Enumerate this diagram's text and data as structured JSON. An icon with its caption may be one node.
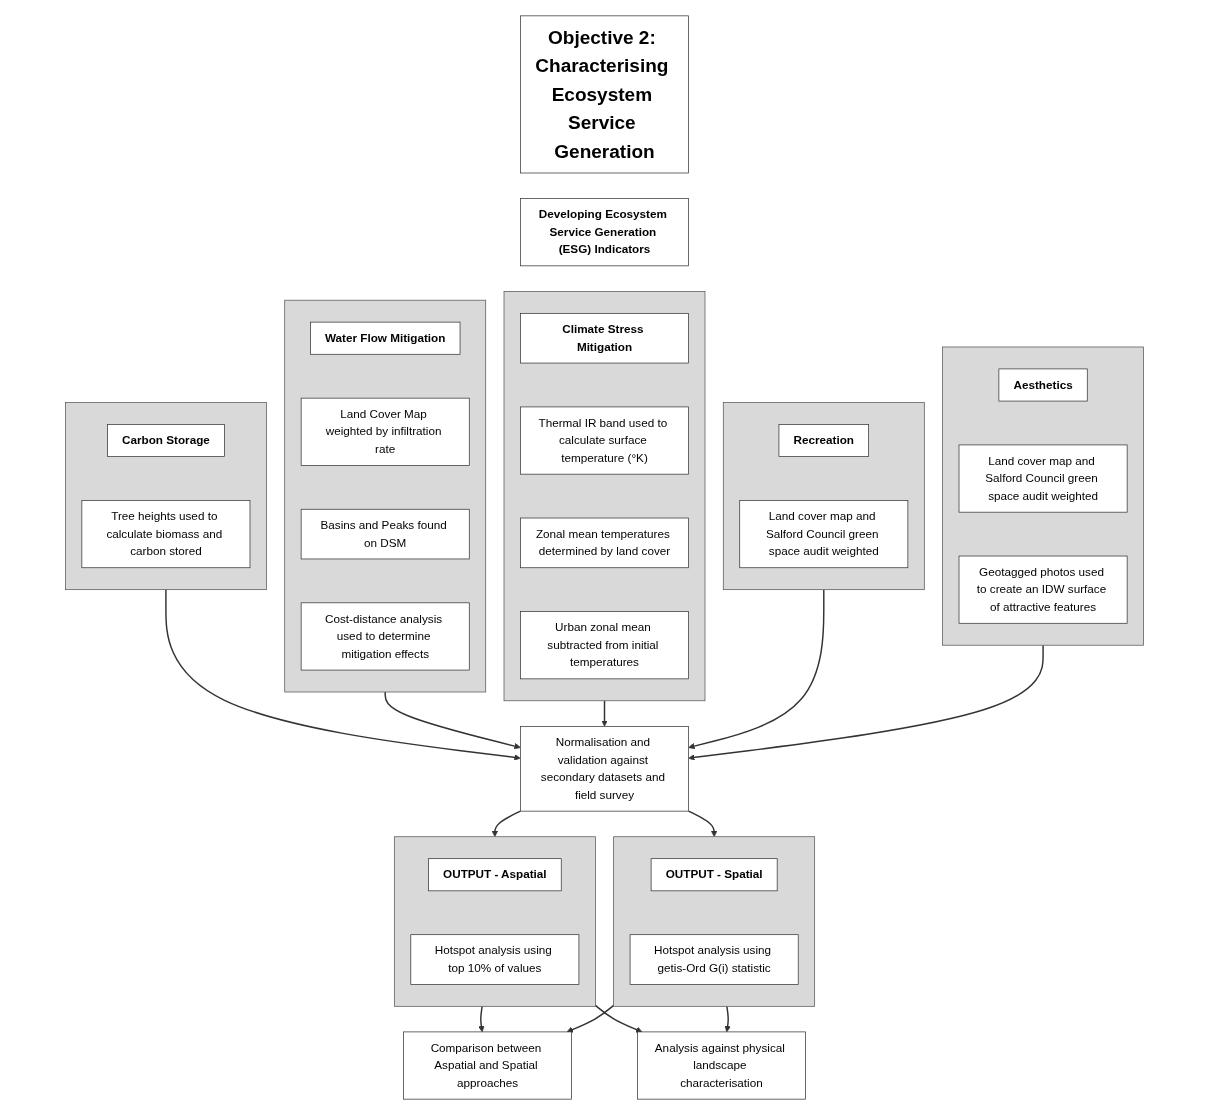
{
  "diagram": {
    "nodes": [
      {
        "text": [
          "Objective 2: Characterising Ecosystem Service Generation"
        ]
      },
      {
        "text": [
          "Developing Ecosystem Service Generation (ESG) Indicators"
        ]
      },
      {
        "text": [],
        "shape": "box"
      },
      {
        "text": [
          "Carbon Storage"
        ],
        "in": 2
      },
      {
        "text": [
          "Tree heights used to calculate biomass and carbon stored"
        ],
        "in": 2
      },
      {
        "text": [],
        "shape": "box"
      },
      {
        "text": [
          "Water Flow Mitigation"
        ],
        "in": 5
      },
      {
        "text": [
          "Land Cover Map weighted by infiltration rate"
        ],
        "in": 5
      },
      {
        "text": [
          "Basins and Peaks found on DSM"
        ],
        "in": 5
      },
      {
        "text": [
          "Cost-distance analysis used to determine mitigation effects"
        ],
        "in": 5
      },
      {
        "text": [],
        "shape": "box"
      },
      {
        "text": [
          "Climate Stress Mitigation"
        ],
        "in": 10
      },
      {
        "text": [
          "Thermal IR band used to calculate surface temperature (°K)"
        ],
        "in": 10
      },
      {
        "text": [
          "Zonal mean temperatures determined by land cover"
        ],
        "in": 10
      },
      {
        "text": [
          "Urban zonal mean subtracted from initial temperatures"
        ],
        "in": 10
      },
      {
        "text": [],
        "shape": "box"
      },
      {
        "text": [
          "Recreation"
        ],
        "in": 15
      },
      {
        "text": [
          "Land cover map and Salford Council green space audit weighted"
        ],
        "in": 15
      },
      {
        "text": [],
        "shape": "box"
      },
      {
        "text": [
          "Aesthetics"
        ],
        "in": 18
      },
      {
        "text": [
          "Land cover map and Salford Council green space audit weighted"
        ],
        "in": 18
      },
      {
        "text": [
          "Geotagged photos used to create an IDW surface of attractive features"
        ],
        "in": 18
      },
      {
        "text": [
          "Normalisation and validation against secondary datasets and field survey"
        ]
      },
      {
        "text": [],
        "shape": "box"
      },
      {
        "text": [
          "OUTPUT - Aspatial"
        ],
        "in": 23
      },
      {
        "text": [
          "Hotspot analysis using top 10% of values"
        ],
        "in": 23
      },
      {
        "text": [
          "Comparison between Aspatial and Spatial approaches"
        ]
      },
      {
        "text": [
          "Analysis against physical landscape characterisation"
        ]
      },
      {
        "text": [],
        "shape": "box"
      },
      {
        "text": [
          "OUTPUT - Spatial"
        ],
        "in": 28
      },
      {
        "text": [
          "Hotspot analysis using getis-Ord G(i) statistic"
        ],
        "in": 28
      }
    ],
    "edges": [
      {
        "from": 2,
        "to": 22,
        "arrow": "to"
      },
      {
        "from": 5,
        "to": 22,
        "arrow": "to"
      },
      {
        "from": 10,
        "to": 22,
        "arrow": "to"
      },
      {
        "from": 15,
        "to": 22,
        "arrow": "to"
      },
      {
        "from": 18,
        "to": 22,
        "arrow": "to"
      },
      {
        "from": 22,
        "to": 23,
        "arrow": "to"
      },
      {
        "from": 22,
        "to": 28,
        "arrow": "to"
      },
      {
        "from": 23,
        "to": 26,
        "arrow": "to"
      },
      {
        "from": 23,
        "to": 27,
        "arrow": "to"
      },
      {
        "from": 28,
        "to": 26,
        "arrow": "to"
      },
      {
        "from": 28,
        "to": 27,
        "arrow": "to"
      }
    ]
  }
}
